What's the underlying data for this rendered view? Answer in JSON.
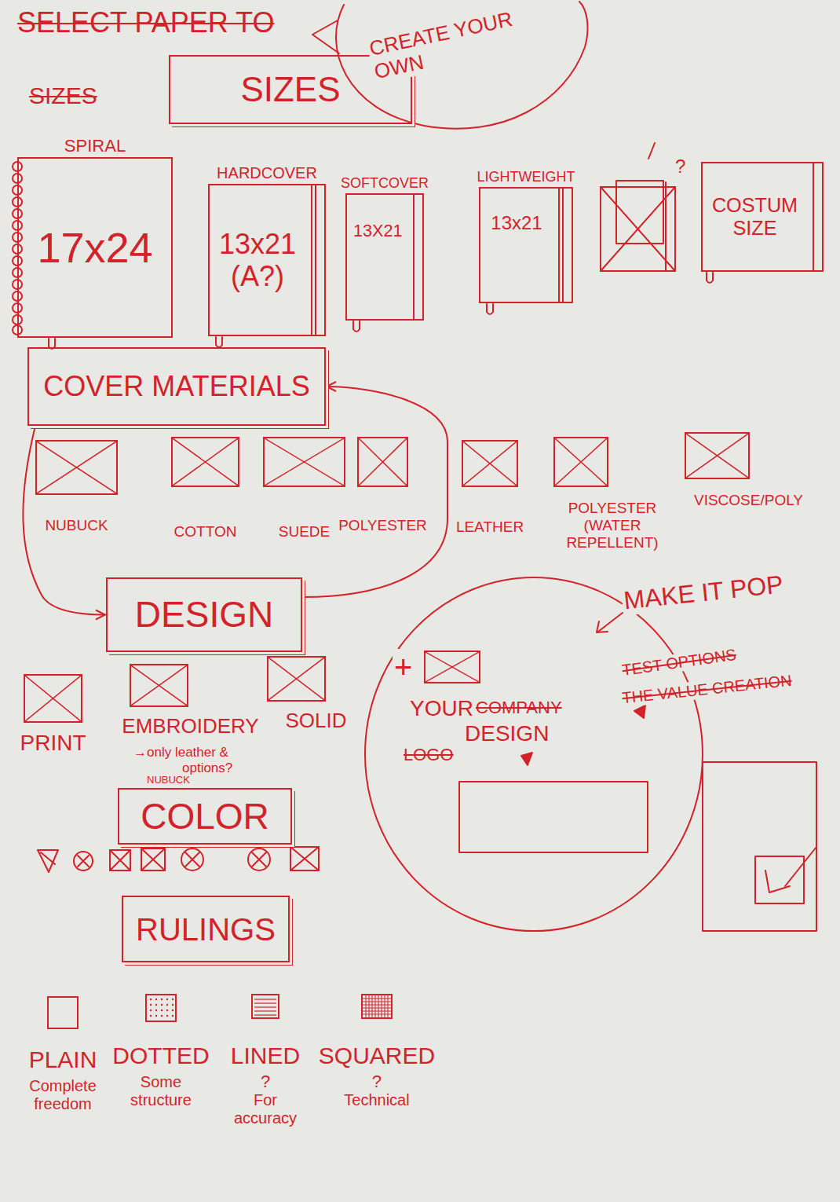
{
  "diagram": {
    "nodes": [
      {
        "text": [
          "SIZES"
        ]
      },
      {
        "text": [
          "SPIRAL",
          "17x24"
        ]
      },
      {
        "text": [
          "HARDCOVER",
          "13x21 (A?)"
        ]
      },
      {
        "text": [
          "SOFTCOVER",
          "13X21"
        ]
      },
      {
        "text": [
          "LIGHTWEIGHT",
          "13x21"
        ]
      },
      {
        "text": [
          "COSTUM SIZE"
        ]
      },
      {
        "text": [
          "COVER MATERIALS"
        ]
      },
      {
        "text": [
          "NUBUCK"
        ]
      },
      {
        "text": [
          "COTTON"
        ]
      },
      {
        "text": [
          "SUEDE"
        ]
      },
      {
        "text": [
          "POLYESTER"
        ]
      },
      {
        "text": [
          "LEATHER"
        ]
      },
      {
        "text": [
          "POLYESTER (WATER REPELLENT)"
        ]
      },
      {
        "text": [
          "VISCOSE/POLY"
        ]
      },
      {
        "text": [
          "DESIGN"
        ]
      },
      {
        "text": [
          "PRINT"
        ]
      },
      {
        "text": [
          "EMBROIDERY"
        ]
      },
      {
        "text": [
          "SOLID"
        ]
      },
      {
        "text": [
          "YOUR DESIGN"
        ]
      },
      {
        "text": [
          "COLOR"
        ]
      },
      {
        "text": [
          "RULINGS"
        ]
      },
      {
        "text": [
          "PLAIN",
          "Complete freedom"
        ]
      },
      {
        "text": [
          "DOTTED",
          "Some structure"
        ]
      },
      {
        "text": [
          "LINED",
          "?",
          "For accuracy"
        ]
      },
      {
        "text": [
          "SQUARED",
          "?",
          "Technical"
        ]
      }
    ],
    "edges": [
      {
        "from": 6,
        "to": 14,
        "arrow": "to"
      },
      {
        "from": 14,
        "to": 6,
        "arrow": "to"
      }
    ],
    "labels": [
      "SELECT PAPER TO",
      "CREATE YOUR OWN",
      "SIZES",
      "?",
      "MAKE IT POP",
      "TEST OPTIONS",
      "THE VALUE CREATION",
      "+",
      "COMPANY",
      "LOGO",
      "→only leather &",
      "options?",
      "NUBUCK"
    ]
  }
}
